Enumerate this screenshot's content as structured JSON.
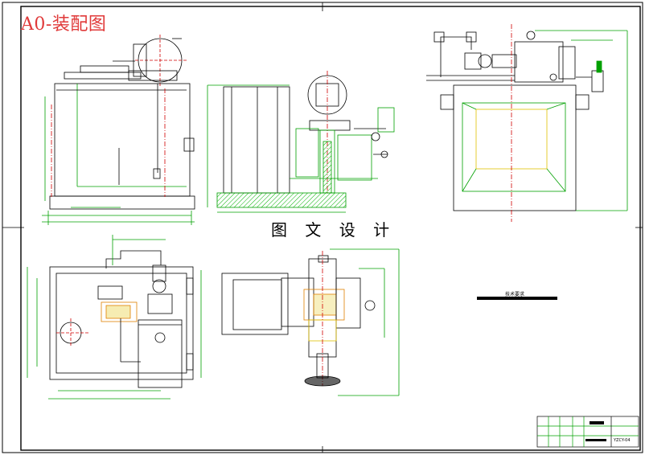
{
  "drawing": {
    "title": "A0-装配图",
    "watermark": "图 文 设 计",
    "tech_requirements_title": "技术要求",
    "title_block_code": "YZCY-04"
  },
  "colors": {
    "title_red": "#e03a3a",
    "line_green": "#00a000",
    "line_black": "#000000",
    "hatch_green": "#00b000",
    "accent_orange": "#e08000",
    "accent_yellow": "#e0c000",
    "accent_red": "#d00000"
  }
}
